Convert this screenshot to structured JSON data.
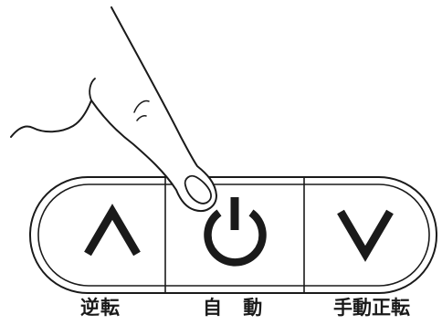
{
  "labels": {
    "reverse": "逆転",
    "auto": "自 動",
    "manual_forward": "手動正転"
  },
  "icons": {
    "up": "chevron-up-icon",
    "power": "power-icon",
    "down": "chevron-down-icon",
    "hand": "pointing-hand-icon"
  },
  "colors": {
    "line": "#1a1a1a",
    "background": "#ffffff"
  }
}
